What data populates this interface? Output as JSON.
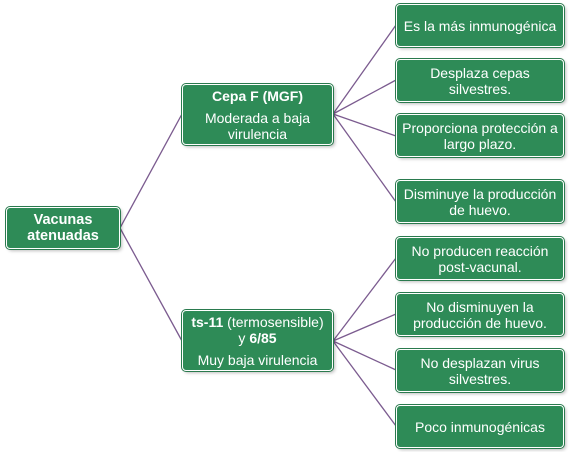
{
  "root": {
    "line1": "Vacunas",
    "line2": "atenuadas"
  },
  "branch_a": {
    "title": "Cepa F (MGF)",
    "subtitle_line1": "Moderada a baja",
    "subtitle_line2": "virulencia",
    "leaves": [
      {
        "line1": "Es la más inmunogénica",
        "line2": ""
      },
      {
        "line1": "Desplaza cepas",
        "line2": "silvestres."
      },
      {
        "line1": "Proporciona protección a",
        "line2": "largo plazo."
      },
      {
        "line1": "Disminuye la producción",
        "line2": "de huevo."
      }
    ]
  },
  "branch_b": {
    "title_bold1": "ts-11",
    "title_rest1": " (termosensible)",
    "title_join": "y ",
    "title_bold2": "6/85",
    "subtitle": "Muy baja virulencia",
    "leaves": [
      {
        "line1": "No producen reacción",
        "line2": "post-vacunal."
      },
      {
        "line1": "No disminuyen la",
        "line2": "producción de huevo."
      },
      {
        "line1": "No desplazan virus",
        "line2": "silvestres."
      },
      {
        "line1": "Poco inmunogénicas",
        "line2": ""
      }
    ]
  },
  "colors": {
    "node_fill": "#2e8b57",
    "connector": "#7b5b8f",
    "text": "#ffffff"
  }
}
